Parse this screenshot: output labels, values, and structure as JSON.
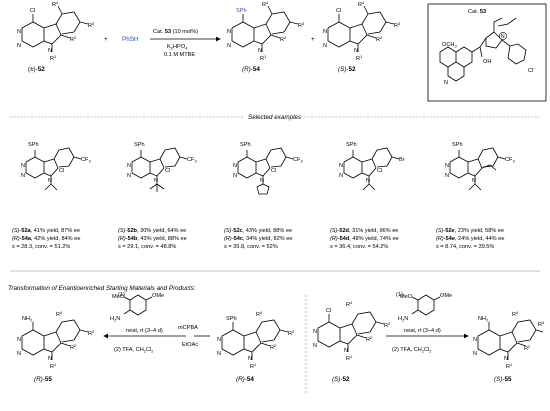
{
  "colors": {
    "phsh": "#1a4fc4",
    "ink": "#000000",
    "rule": "#888888"
  },
  "scheme": {
    "racemate": "(±)-",
    "racemate_num": "52",
    "plus": "+",
    "reagent": "PhSH",
    "conditions_top_pre": "Cat. ",
    "conditions_top_num": "53",
    "conditions_top_post": " (10 mol%)",
    "conditions_mid": "K",
    "conditions_mid_sub": "2",
    "conditions_mid_post": "HPO",
    "conditions_mid_sub2": "4",
    "conditions_bot": "0.1 M MTBE",
    "product_pre": "(R)-",
    "product_num": "54",
    "recovered_pre": "(S)-",
    "recovered_num": "52",
    "catalyst_title_pre": "Cat. ",
    "catalyst_title_num": "53",
    "cat_ome": "OCH",
    "cat_ome_sub": "3",
    "cat_n": "N",
    "cat_oh": "OH",
    "cat_cl": "Cl",
    "cat_nplus": "N"
  },
  "atoms": {
    "cl": "Cl",
    "sph": "SPh",
    "n": "N",
    "r1": "R",
    "r2": "R",
    "r3": "R",
    "r4": "R",
    "one": "1",
    "two": "2",
    "three": "3",
    "four": "4",
    "cf3": "CF",
    "cf3_sub": "3",
    "br": "Br",
    "nh2": "NH",
    "nh2_sub": "2"
  },
  "section_selected": "Selected examples",
  "examples": [
    {
      "l1_pre": "(S)-",
      "l1_num": "52a",
      "l1_post": ", 41% yield, 87% ee",
      "l2_pre": "(R)-",
      "l2_num": "54a",
      "l2_post": ", 42% yield, 84% ee",
      "l3": "s = 28.3, conv. = 51.2%"
    },
    {
      "l1_pre": "(S)-",
      "l1_num": "52b",
      "l1_post": ", 30% yield, 64% ee",
      "l2_pre": "(R)-",
      "l2_num": "54b",
      "l2_post": ", 43% yield, 88% ee",
      "l3": "s = 29.1, conv. = 48.8%"
    },
    {
      "l1_pre": "(S)-",
      "l1_num": "52c",
      "l1_post": ", 43% yield, 88% ee",
      "l2_pre": "(R)-",
      "l2_num": "54c",
      "l2_post": ", 34% yield, 82% ee",
      "l3": "s = 39.8, conv. = 52%"
    },
    {
      "l1_pre": "(S)-",
      "l1_num": "52d",
      "l1_post": ", 31% yield, 96% ee",
      "l2_pre": "(R)-",
      "l2_num": "54d",
      "l2_post": ", 48% yield, 74% ee",
      "l3": "s = 36.4, conv. = 54.2%"
    },
    {
      "l1_pre": "(S)-",
      "l1_num": "52e",
      "l1_post": ", 23% yield, 58% ee",
      "l2_pre": "(R)-",
      "l2_num": "54e",
      "l2_post": ", 24% yield, 44% ee",
      "l3": "s = 8.74, conv. = 39.5%"
    }
  ],
  "section_transform": "Transformation of Enantioenriched Starting Materials and Products:",
  "transform": {
    "left_product_pre": "(R)-",
    "left_product_num": "55",
    "left_sm_pre": "(R)-",
    "left_sm_num": "54",
    "step1": "(1)",
    "neat": "neat, rt (3–4 d)",
    "step2": "(2) TFA, CH",
    "step2_sub": "2",
    "step2_post": "Cl",
    "step2_sub2": "2",
    "mcpba": "mCPBA",
    "mcpba_m": "m",
    "mcpba_rest": "CPBA",
    "etoac": "EtOAc",
    "right_sm_pre": "(S)-",
    "right_sm_num": "52",
    "right_product_pre": "(S)-",
    "right_product_num": "55",
    "h2n": "H",
    "h2n_sub": "2",
    "h2n_post": "N",
    "meo": "MeO",
    "ome": "OMe"
  }
}
